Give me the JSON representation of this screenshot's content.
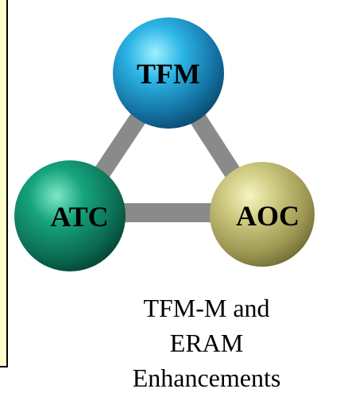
{
  "nodes": {
    "top": {
      "label": "TFM",
      "color": "#1a9fd0"
    },
    "left": {
      "label": "ATC",
      "color": "#0f8a6a"
    },
    "right": {
      "label": "AOC",
      "color": "#c4c070"
    }
  },
  "caption": {
    "line1": "TFM-M and",
    "line2": "ERAM",
    "line3": "Enhancements"
  },
  "colors": {
    "connector": "#8a8a8a",
    "note_panel": "#ffffcc"
  }
}
